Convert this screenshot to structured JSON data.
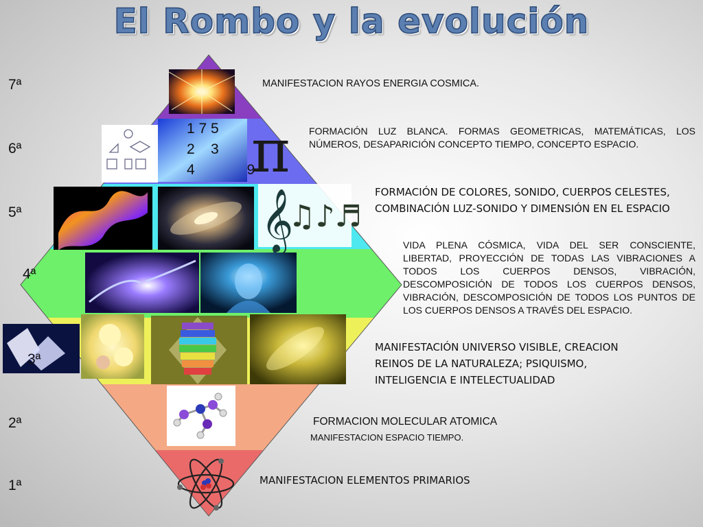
{
  "title": "El Rombo y la evolución",
  "levels": [
    {
      "label": "7ª",
      "description": "MANIFESTACION RAYOS ENERGIA COSMICA."
    },
    {
      "label": "6ª",
      "description": "FORMACIÓN LUZ BLANCA. FORMAS GEOMETRICAS, MATEMÁTICAS, LOS NÚMEROS, DESAPARICIÓN CONCEPTO TIEMPO, CONCEPTO ESPACIO."
    },
    {
      "label": "5ª",
      "description": "FORMACIÓN DE COLORES, SONIDO, CUERPOS CELESTES, COMBINACIÓN LUZ-SONIDO Y DIMENSIÓN EN EL ESPACIO"
    },
    {
      "label": "4ª",
      "description": "VIDA PLENA CÓSMICA, VIDA DEL SER CONSCIENTE, LIBERTAD, PROYECCIÓN DE TODAS LAS VIBRACIONES A TODOS LOS CUERPOS DENSOS, VIBRACIÓN, DESCOMPOSICIÓN DE TODOS LOS CUERPOS DENSOS, VIBRACIÓN, DESCOMPOSICIÓN DE TODOS LOS PUNTOS DE LOS CUERPOS DENSOS A TRAVÉS DEL ESPACIO."
    },
    {
      "label": "3ª",
      "description": "MANIFESTACIÓN UNIVERSO VISIBLE, CREACION REINOS DE LA NATURALEZA; PSIQUISMO, INTELIGENCIA E INTELECTUALIDAD"
    },
    {
      "label": "2ª",
      "description": "FORMACION MOLECULAR ATOMICA",
      "description_2": "MANIFESTACION ESPACIO TIEMPO."
    },
    {
      "label": "1ª",
      "description": "MANIFESTACION ELEMENTOS PRIMARIOS"
    }
  ],
  "band_colors": [
    "#8a3fc0",
    "#6c6cf0",
    "#4ee8f0",
    "#6ef06a",
    "#eef05a",
    "#f4a884",
    "#ea6a6a"
  ],
  "numbers": {
    "row1": "1    7    5",
    "row2": "2    3",
    "row3": "4             9"
  },
  "pi_symbol": "π",
  "images": [
    "cosmic-light-burst",
    "geometric-shapes",
    "numbers-light",
    "pi-symbol",
    "color-smoke",
    "galaxy",
    "music-notes",
    "hands-light",
    "glowing-head",
    "quartz-crystal",
    "orchid",
    "chakra-figure",
    "golden-galaxy",
    "molecule",
    "atom"
  ]
}
